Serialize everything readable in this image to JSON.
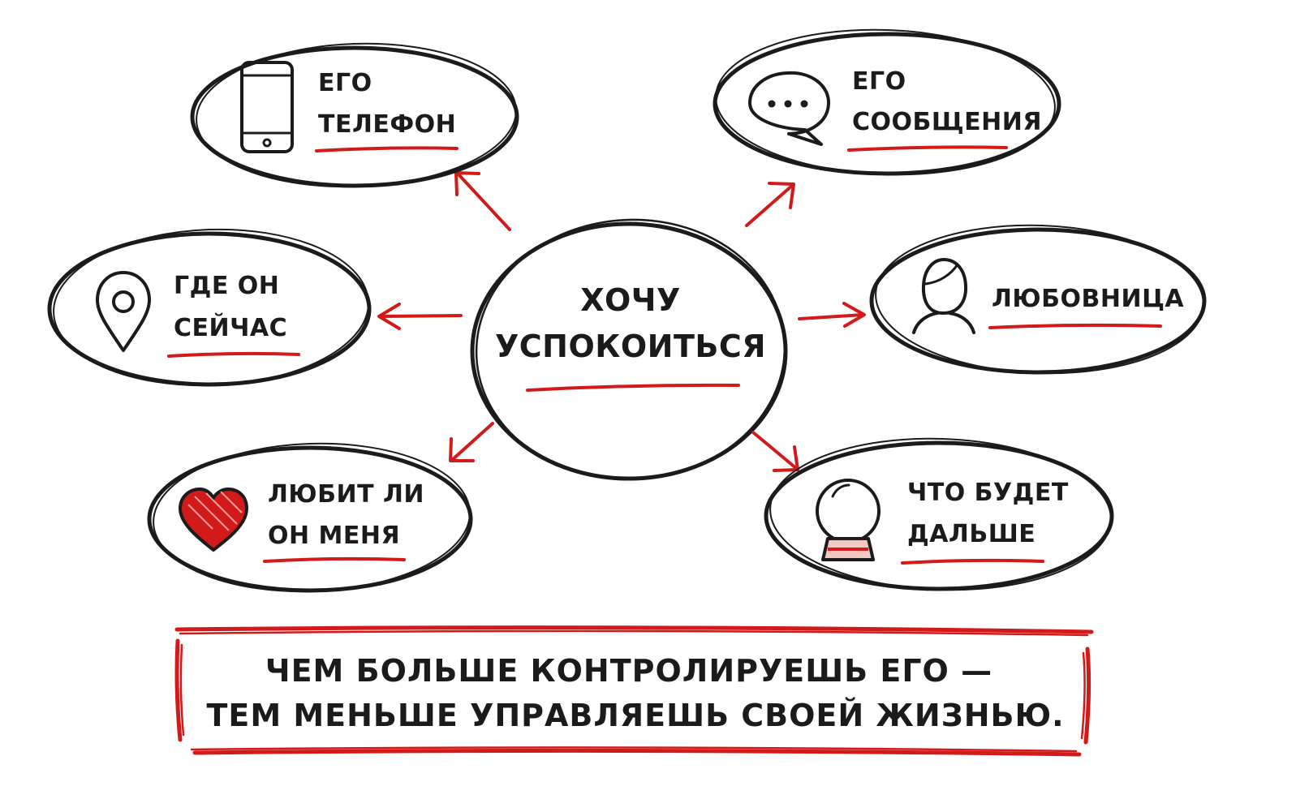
{
  "center": {
    "line1": "ХОЧУ",
    "line2": "УСПОКОИТЬСЯ"
  },
  "nodes": [
    {
      "id": "phone",
      "icon": "phone-icon",
      "line1": "ЕГО",
      "line2": "ТЕЛЕФОН"
    },
    {
      "id": "messages",
      "icon": "chat-bubble-icon",
      "line1": "ЕГО",
      "line2": "СООБЩЕНИЯ"
    },
    {
      "id": "location",
      "icon": "location-pin-icon",
      "line1": "ГДЕ ОН",
      "line2": "СЕЙЧАС"
    },
    {
      "id": "mistress",
      "icon": "woman-icon",
      "line1": "ЛЮБОВНИЦА",
      "line2": ""
    },
    {
      "id": "love",
      "icon": "heart-icon",
      "line1": "ЛЮБИТ ЛИ",
      "line2": "ОН МЕНЯ"
    },
    {
      "id": "future",
      "icon": "crystal-ball-icon",
      "line1": "ЧТО БУДЕТ",
      "line2": "ДАЛЬШЕ"
    }
  ],
  "quote": {
    "line1": "ЧЕМ БОЛЬШЕ КОНТРОЛИРУЕШЬ ЕГО —",
    "line2": "ТЕМ МЕНЬШЕ УПРАВЛЯЕШЬ СВОЕЙ ЖИЗНЬЮ."
  },
  "colors": {
    "ink": "#1b1b1b",
    "accent": "#d21a1a",
    "background": "#ffffff"
  }
}
